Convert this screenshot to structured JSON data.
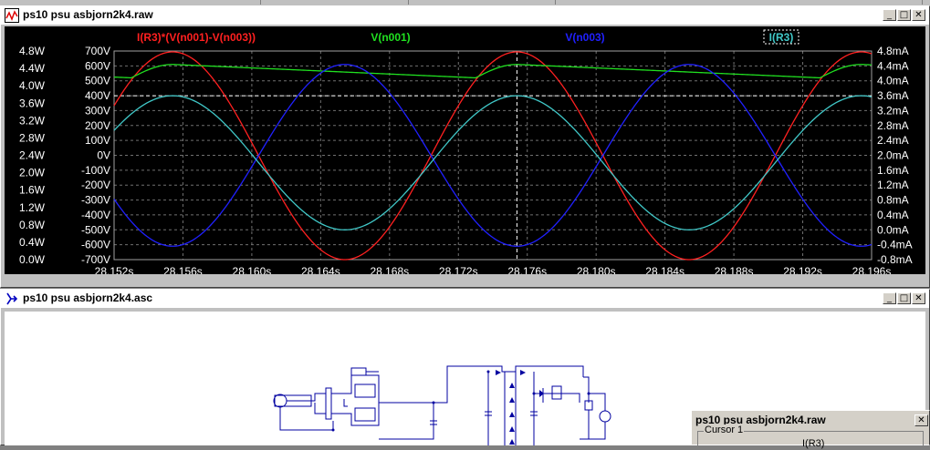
{
  "waveform_window": {
    "title": "ps10 psu asbjorn2k4.raw",
    "traces": [
      {
        "label": "I(R3)*(V(n001)-V(n003))",
        "color": "#ff2020"
      },
      {
        "label": "V(n001)",
        "color": "#20e020"
      },
      {
        "label": "V(n003)",
        "color": "#2020ff"
      },
      {
        "label": "I(R3)",
        "color": "#40c8c8"
      }
    ],
    "left_axis_1": [
      "4.8W",
      "4.4W",
      "4.0W",
      "3.6W",
      "3.2W",
      "2.8W",
      "2.4W",
      "2.0W",
      "1.6W",
      "1.2W",
      "0.8W",
      "0.4W",
      "0.0W"
    ],
    "left_axis_2": [
      "700V",
      "600V",
      "500V",
      "400V",
      "300V",
      "200V",
      "100V",
      "0V",
      "-100V",
      "-200V",
      "-300V",
      "-400V",
      "-500V",
      "-600V",
      "-700V"
    ],
    "right_axis": [
      "4.8mA",
      "4.4mA",
      "4.0mA",
      "3.6mA",
      "3.2mA",
      "2.8mA",
      "2.4mA",
      "2.0mA",
      "1.6mA",
      "1.2mA",
      "0.8mA",
      "0.4mA",
      "0.0mA",
      "-0.4mA",
      "-0.8mA"
    ],
    "x_axis": [
      "28.152s",
      "28.156s",
      "28.160s",
      "28.164s",
      "28.168s",
      "28.172s",
      "28.176s",
      "28.180s",
      "28.184s",
      "28.188s",
      "28.192s",
      "28.196s"
    ]
  },
  "chart_data": {
    "type": "line",
    "x_range": [
      28.152,
      28.196
    ],
    "voltage_range": [
      -700,
      700
    ],
    "series": [
      {
        "name": "I(R3)*(V(n001)-V(n003))",
        "shape": "power",
        "period": 0.02,
        "peak_time": 28.1554,
        "max": 4.78,
        "min": 0.0,
        "color": "#ff2020"
      },
      {
        "name": "V(n001)",
        "shape": "sawtooth",
        "max": 610,
        "min": 520,
        "peak_times": [
          28.1554,
          28.1754,
          28.1954
        ],
        "color": "#20e020"
      },
      {
        "name": "V(n003)",
        "shape": "sine",
        "period": 0.02,
        "peak_time": 28.1654,
        "amplitude": 610,
        "color": "#2020ff"
      },
      {
        "name": "I(R3)",
        "shape": "sine",
        "period": 0.02,
        "peak_time": 28.1754,
        "max": 3.6,
        "min": 0.0,
        "color": "#40c8c8"
      }
    ]
  },
  "schematic_window": {
    "title": "ps10 psu asbjorn2k4.asc"
  },
  "cursor_window": {
    "title": "ps10 psu asbjorn2k4.raw",
    "group_label": "Cursor 1",
    "trace": "I(R3)"
  },
  "icons": {
    "minimize": "minimize-icon",
    "restore": "restore-icon",
    "close": "close-icon"
  }
}
